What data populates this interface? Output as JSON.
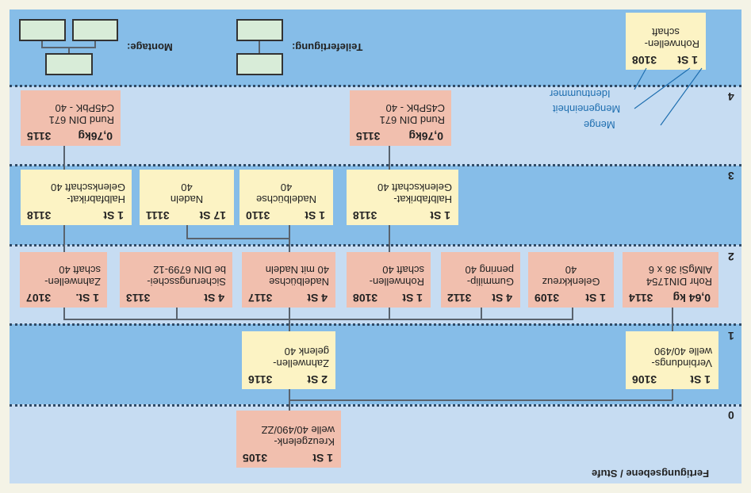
{
  "title": "Fertigungsebene / Stufe",
  "levels": [
    "0",
    "1",
    "2",
    "3",
    "4"
  ],
  "legend": {
    "teilefertigung": "Teilefertigung:",
    "montage": "Montage:",
    "menge": "Menge",
    "mengeneinheit": "Mengeneinheit",
    "identnummer": "Identnummer",
    "example": {
      "qty": "1 St",
      "id": "3108",
      "name": [
        "Rohrwellen-",
        "schaft"
      ]
    }
  },
  "items": {
    "i3105": {
      "qty": "1 St",
      "id": "3105",
      "name": [
        "Kreuzgelenk-",
        "welle 40/490/ZZ"
      ]
    },
    "i3116": {
      "qty": "2 St",
      "id": "3116",
      "name": [
        "Zahnwellen-",
        "gelenk 40"
      ]
    },
    "i3106": {
      "qty": "1 St",
      "id": "3106",
      "name": [
        "Verbindungs-",
        "welle 40/490"
      ]
    },
    "i3107": {
      "qty": "1 St.",
      "id": "3107",
      "name": [
        "Zahnwellen-",
        "schaft 40"
      ]
    },
    "i3113": {
      "qty": "4 St",
      "id": "3113",
      "name": [
        "Sicherungsschei-",
        "be DIN 6799-12"
      ]
    },
    "i3117": {
      "qty": "4 St",
      "id": "3117",
      "name": [
        "Nadelbüchse",
        "40 mit Nadeln"
      ]
    },
    "i3108": {
      "qty": "1 St",
      "id": "3108",
      "name": [
        "Rohrwellen-",
        "schaft 40"
      ]
    },
    "i3112": {
      "qty": "4 St",
      "id": "3112",
      "name": [
        "Gummilip-",
        "penring 40"
      ]
    },
    "i3109": {
      "qty": "1 St",
      "id": "3109",
      "name": [
        "Gelenkkreuz",
        "40"
      ]
    },
    "i3114": {
      "qty": "0,64 kg",
      "id": "3114",
      "name": [
        "Rohr DIN1754",
        "AlMgSi 36 x 6"
      ]
    },
    "i3118a": {
      "qty": "1 St",
      "id": "3118",
      "name": [
        "Halbfabrikat-",
        "Gelenkschaft 40"
      ]
    },
    "i3111": {
      "qty": "17 St",
      "id": "3111",
      "name": [
        "Nadeln",
        "40"
      ]
    },
    "i3110": {
      "qty": "1 St",
      "id": "3110",
      "name": [
        "Nadelbüchse",
        "40"
      ]
    },
    "i3118b": {
      "qty": "1 St",
      "id": "3118",
      "name": [
        "Halbfabrikat-",
        "Gelenkschaft 40"
      ]
    },
    "i3115a": {
      "qty": "0,76kg",
      "id": "3115",
      "name": [
        "Rund DIN 671",
        "C45PbK - 40"
      ]
    },
    "i3115b": {
      "qty": "0,76kg",
      "id": "3115",
      "name": [
        "Rund DIN 671",
        "C45PbK - 40"
      ]
    }
  },
  "colors": {
    "dark_band": "#86bde8",
    "light_band": "#c6dcf2",
    "part": "#f1bfae",
    "assembly": "#fcf3c4",
    "annotation": "#1f6fb0"
  }
}
